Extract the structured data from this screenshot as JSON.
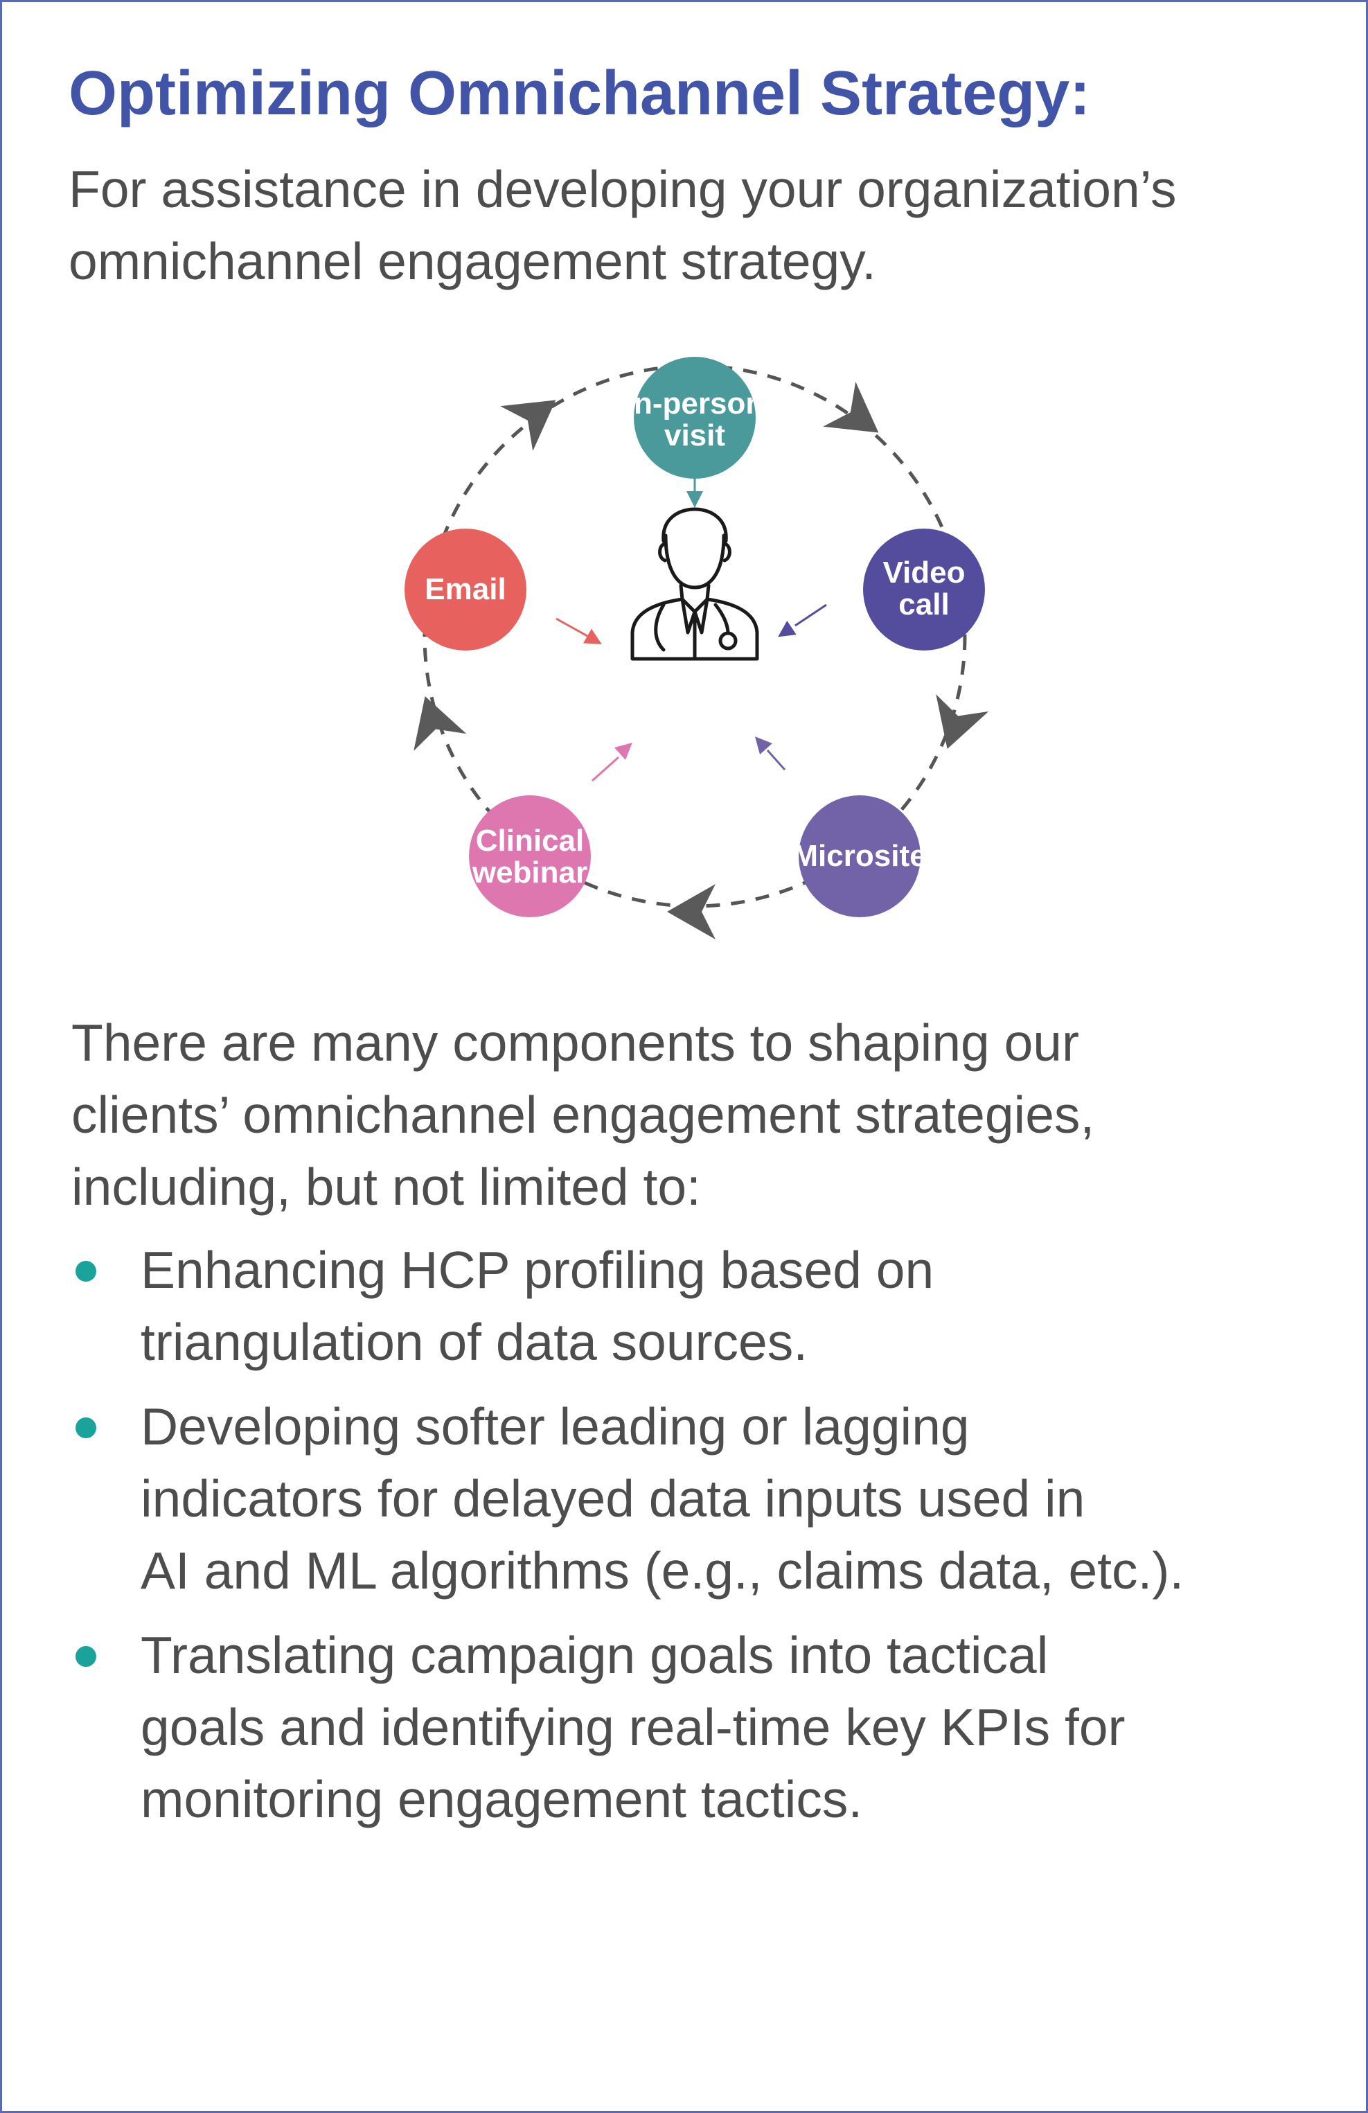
{
  "heading": "Optimizing Omnichannel Strategy:",
  "intro_lines": [
    "For assistance in developing your organization’s",
    "omnichannel engagement strategy."
  ],
  "diagram": {
    "center_icon": "doctor-icon",
    "nodes": [
      {
        "label_lines": [
          "In-person",
          "visit"
        ],
        "color": "#4a9a9c"
      },
      {
        "label_lines": [
          "Video",
          "call"
        ],
        "color": "#544d9d"
      },
      {
        "label_lines": [
          "Microsite"
        ],
        "color": "#7262a8"
      },
      {
        "label_lines": [
          "Clinical",
          "webinar"
        ],
        "color": "#de76af"
      },
      {
        "label_lines": [
          "Email"
        ],
        "color": "#e7625e"
      }
    ],
    "cycle_arrow_color": "#5a5a5a"
  },
  "body_lines": [
    "There are many components to shaping our",
    "clients’ omnichannel engagement strategies,",
    "including, but not limited to:"
  ],
  "bullets": [
    {
      "lines": [
        "Enhancing HCP profiling based on",
        "triangulation of data sources."
      ]
    },
    {
      "lines": [
        "Developing softer leading or lagging",
        "indicators for delayed data inputs used in",
        "AI and ML algorithms (e.g., claims data, etc.)."
      ]
    },
    {
      "lines": [
        "Translating campaign goals into tactical",
        "goals and identifying real-time key KPIs for",
        "monitoring engagement tactics."
      ]
    }
  ],
  "colors": {
    "heading": "#4154a8",
    "text": "#4d4d4d",
    "bullet": "#1aa39a",
    "border": "#5a6ab4"
  }
}
